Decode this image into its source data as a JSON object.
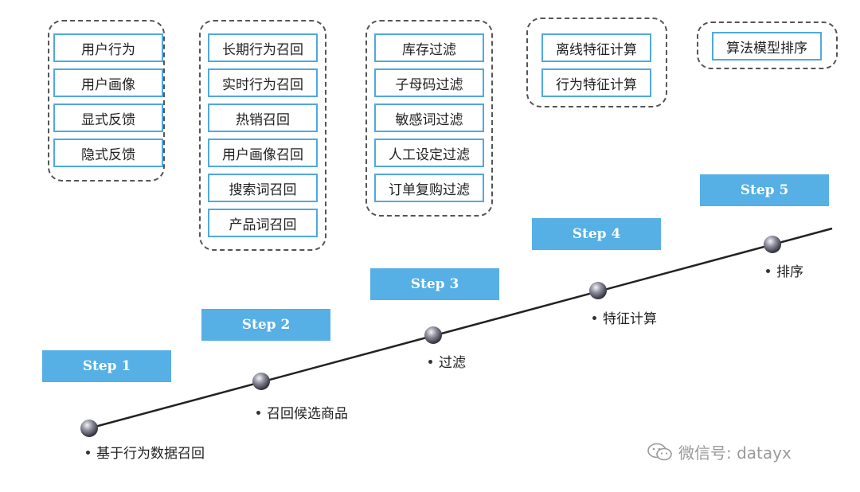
{
  "groups": [
    {
      "items": [
        "用户行为",
        "用户画像",
        "显式反馈",
        "隐式反馈"
      ]
    },
    {
      "items": [
        "长期行为召回",
        "实时行为召回",
        "热销召回",
        "用户画像召回",
        "搜索词召回",
        "产品词召回"
      ]
    },
    {
      "items": [
        "库存过滤",
        "子母码过滤",
        "敏感词过滤",
        "人工设定过滤",
        "订单复购过滤"
      ]
    },
    {
      "items": [
        "离线特征计算",
        "行为特征计算"
      ]
    },
    {
      "items": [
        "算法模型排序"
      ]
    }
  ],
  "steps": [
    {
      "label": "Step 1",
      "point": "基于行为数据召回"
    },
    {
      "label": "Step 2",
      "point": "召回候选商品"
    },
    {
      "label": "Step 3",
      "point": "过滤"
    },
    {
      "label": "Step 4",
      "point": "特征计算"
    },
    {
      "label": "Step 5",
      "point": "排序"
    }
  ],
  "watermark": "微信号: datayx",
  "colors": {
    "accent": "#56afe5",
    "item_border": "#4fa9df",
    "dashed": "#555555"
  }
}
